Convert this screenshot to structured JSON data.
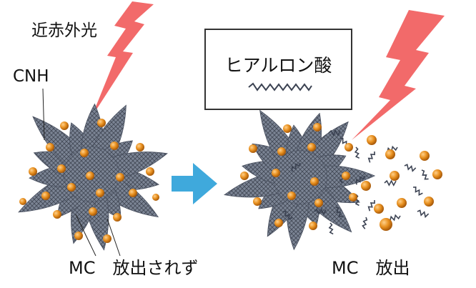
{
  "labels": {
    "near_infrared": "近赤外光",
    "cnh": "CNH",
    "hyaluronic_acid": "ヒアルロン酸",
    "left_state": "MC　放出されず",
    "right_state": "MC　放出"
  },
  "colors": {
    "lightning": "#f26a6a",
    "arrow": "#3fa9dc",
    "particle": "#e08a1c",
    "cnh_body": "#6c7585",
    "polymer": "#3b4252"
  },
  "icons": {
    "lightning_left": "lightning-bolt-icon",
    "lightning_right": "lightning-bolt-icon",
    "transition_arrow": "arrow-right-icon",
    "ha_chain": "polymer-chain-icon"
  }
}
